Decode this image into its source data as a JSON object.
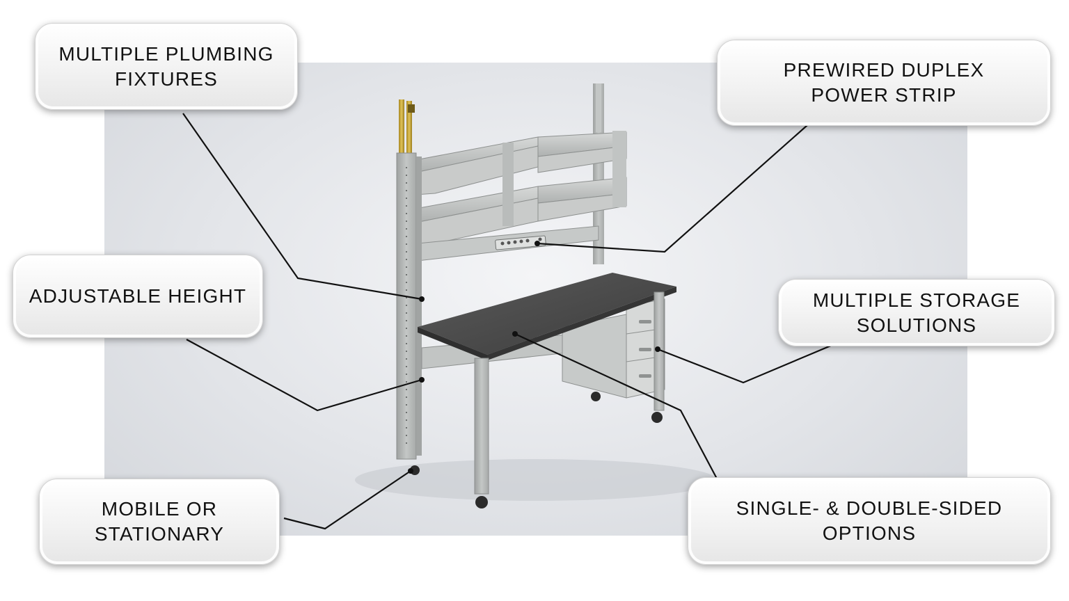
{
  "callouts": {
    "plumbing": "MULTIPLE PLUMBING\nFIXTURES",
    "power": "PREWIRED DUPLEX\nPOWER STRIP",
    "height": "ADJUSTABLE HEIGHT",
    "storage": "MULTIPLE STORAGE\nSOLUTIONS",
    "mobile": "MOBILE OR\nSTATIONARY",
    "sided": "SINGLE- & DOUBLE-SIDED\nOPTIONS"
  },
  "colors": {
    "frame": "#b5b8b7",
    "worktop": "#4a4a4a",
    "leader": "#111111",
    "plumbing_post": "#c9a43a"
  }
}
